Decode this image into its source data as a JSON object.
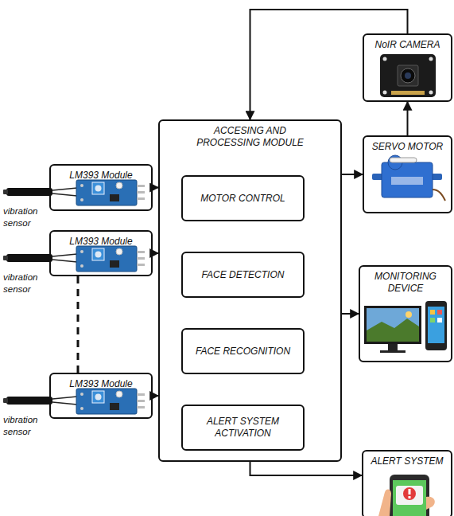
{
  "diagram": {
    "nodes": [
      {
        "text": [
          "LM393 Module"
        ]
      },
      {
        "text": [
          "LM393 Module"
        ]
      },
      {
        "text": [
          "LM393 Module"
        ]
      },
      {
        "text": [
          "ACCESING AND PROCESSING MODULE"
        ]
      },
      {
        "text": [
          "MOTOR CONTROL"
        ],
        "in": 3
      },
      {
        "text": [
          "FACE DETECTION"
        ],
        "in": 3
      },
      {
        "text": [
          "FACE RECOGNITION"
        ],
        "in": 3
      },
      {
        "text": [
          "ALERT SYSTEM ACTIVATION"
        ],
        "in": 3
      },
      {
        "text": [
          "NoIR CAMERA"
        ]
      },
      {
        "text": [
          "SERVO MOTOR"
        ]
      },
      {
        "text": [
          "MONITORING DEVICE"
        ]
      },
      {
        "text": [
          "ALERT SYSTEM"
        ]
      }
    ],
    "edges": [
      {
        "from": 0,
        "to": 3,
        "arrow": "to"
      },
      {
        "from": 1,
        "to": 3,
        "arrow": "to"
      },
      {
        "from": 2,
        "to": 3,
        "arrow": "to"
      },
      {
        "from": 1,
        "to": 2,
        "arrow": "none"
      },
      {
        "from": 3,
        "to": 9,
        "arrow": "to"
      },
      {
        "from": 9,
        "to": 8,
        "arrow": "to"
      },
      {
        "from": 8,
        "to": 3,
        "arrow": "to"
      },
      {
        "from": 3,
        "to": 10,
        "arrow": "to"
      },
      {
        "from": 3,
        "to": 11,
        "arrow": "to"
      }
    ],
    "labels": [
      "vibration sensor",
      "vibration sensor",
      "vibration sensor"
    ]
  }
}
